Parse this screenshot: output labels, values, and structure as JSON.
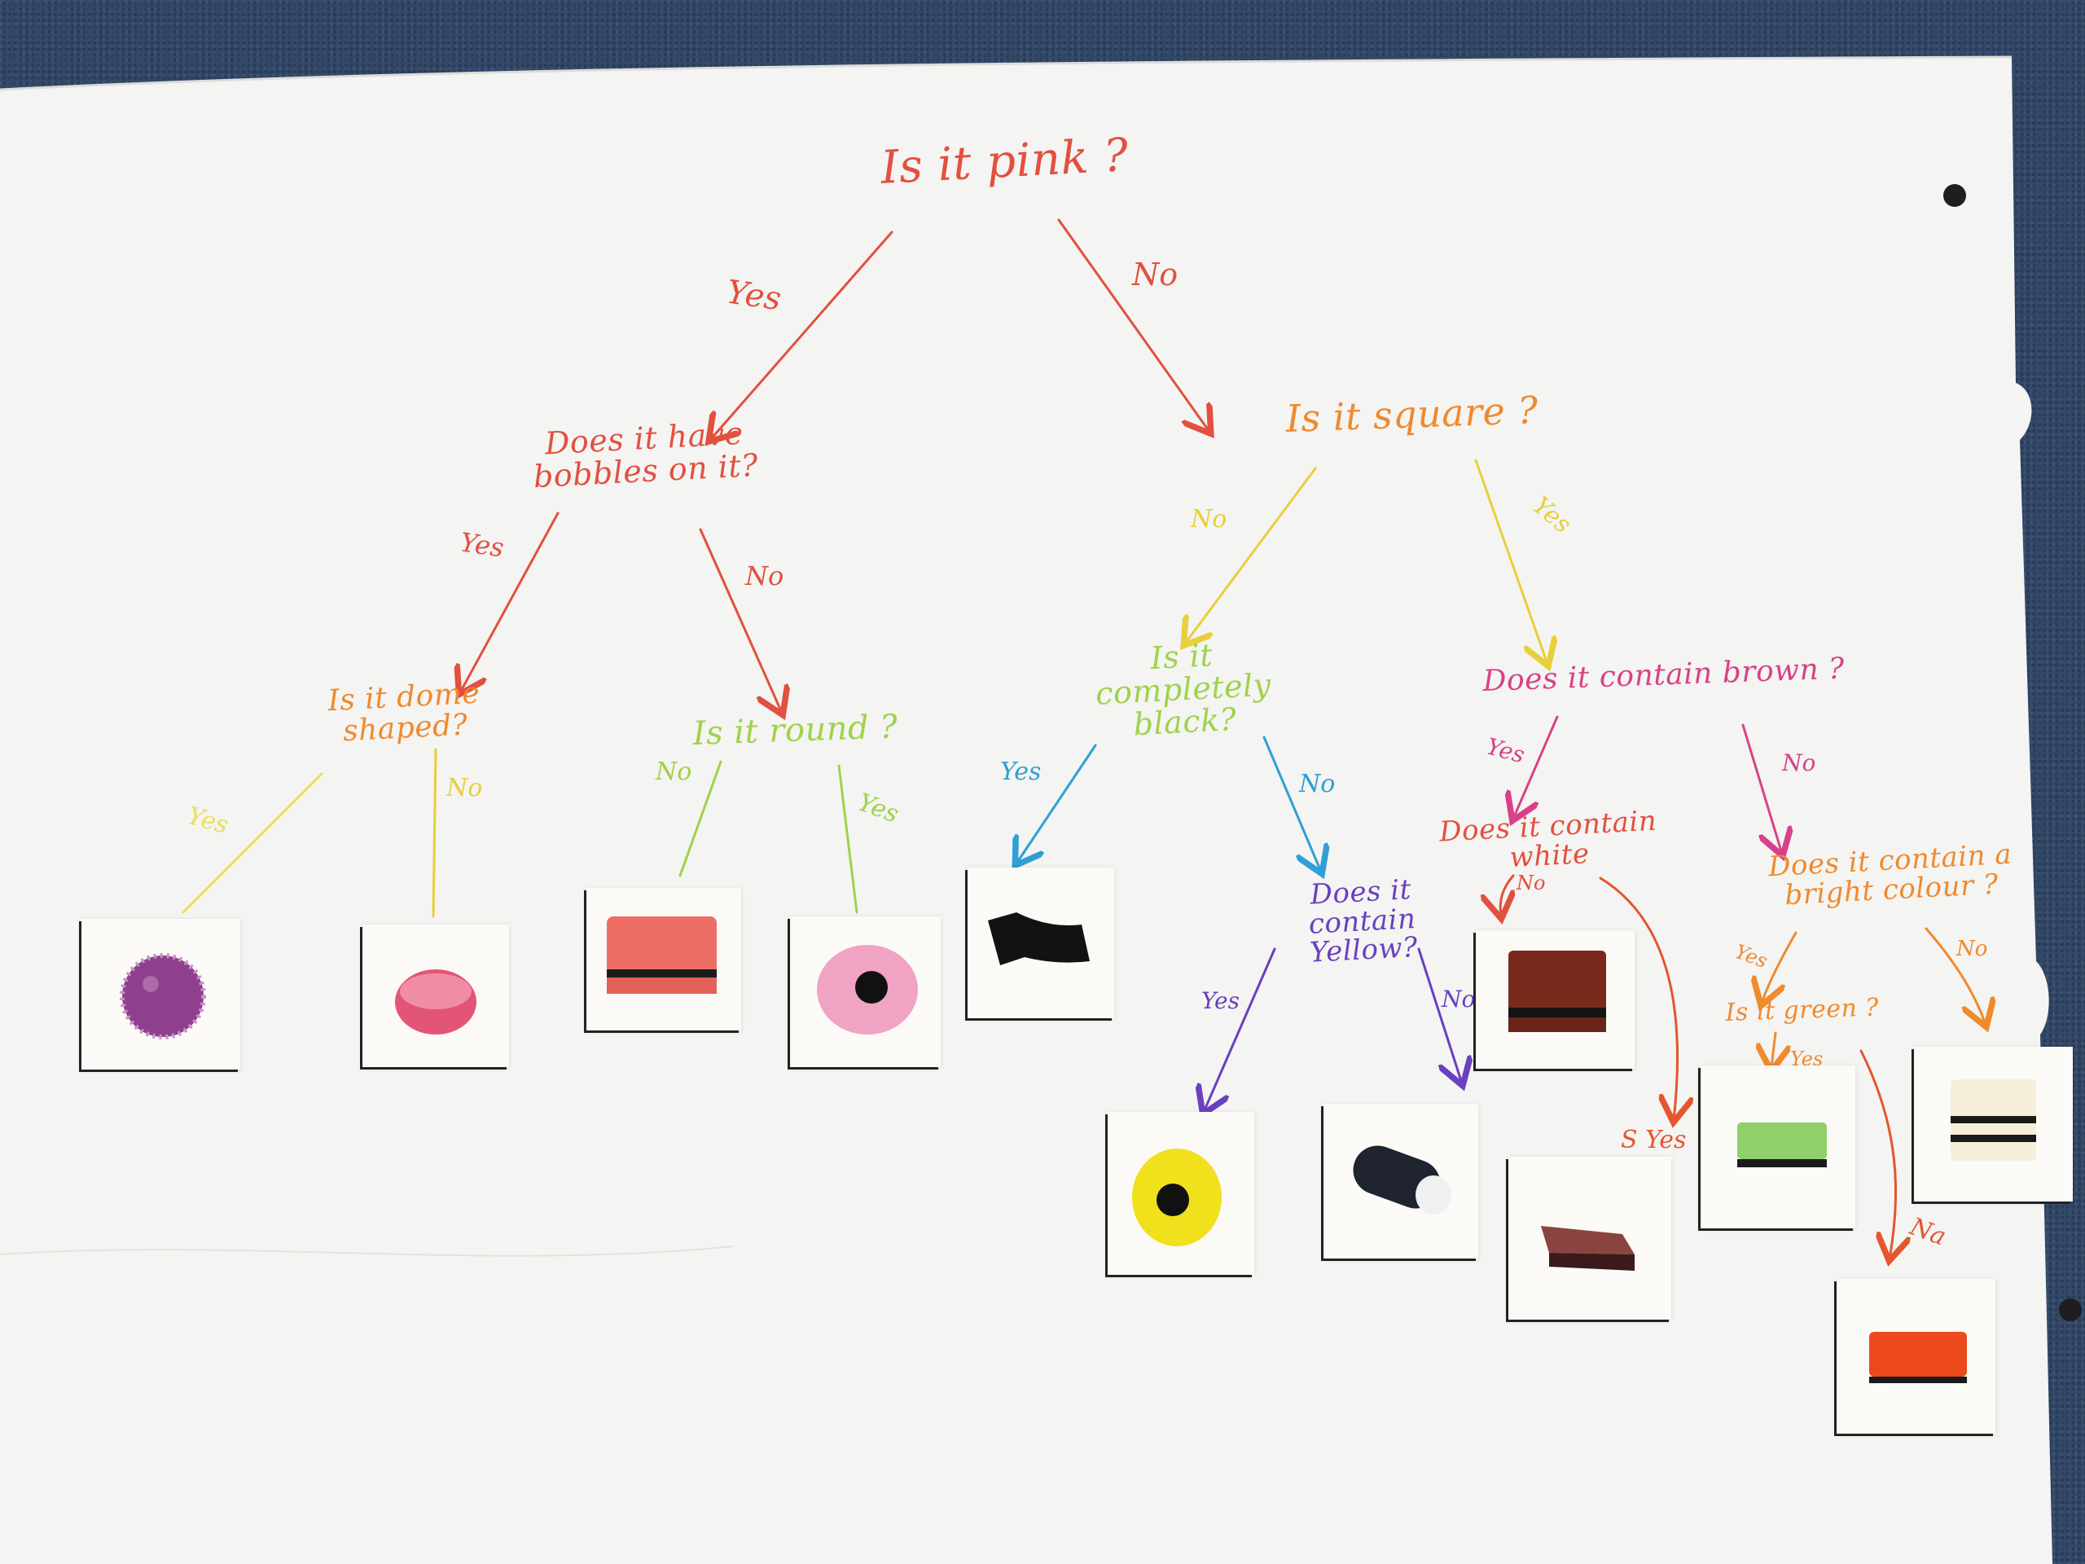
{
  "nodes": {
    "root": "Is it pink ?",
    "bobbles": "Does it have bobbles on it?",
    "square": "Is it square ?",
    "dome": "Is it dome shaped?",
    "round": "Is it round ?",
    "black": "Is it completely black?",
    "brown": "Does it contain brown ?",
    "yellow": "Does it contain Yellow?",
    "white": "Does it contain white",
    "bright": "Does it contain a bright colour ?",
    "green": "Is it green ?"
  },
  "edges": {
    "yes": "Yes",
    "no": "No",
    "no_alt": "Na",
    "yes_s": "S Yes"
  },
  "colors": {
    "red": "#e2503f",
    "orange": "#ef8a2e",
    "yellow": "#e8cf3c",
    "green": "#9fd24a",
    "blue": "#2f9fd6",
    "purple": "#6a3fc0",
    "pink": "#d8418a"
  }
}
